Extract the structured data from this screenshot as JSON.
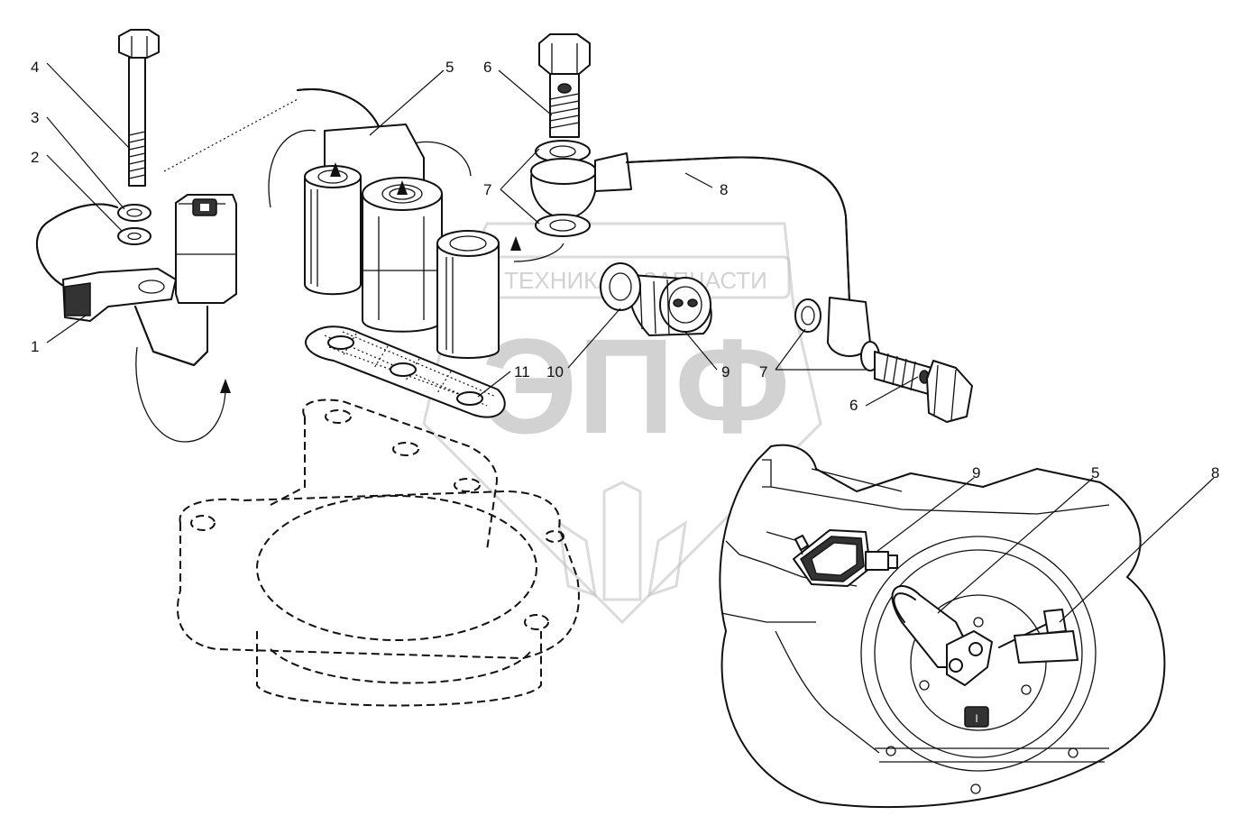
{
  "watermark": {
    "brand_text": "ТЕХНИКА И ЗАПЧАСТИ",
    "logo_letters": "ЭПФ"
  },
  "callouts": [
    {
      "id": "c1",
      "label": "1"
    },
    {
      "id": "c2",
      "label": "2"
    },
    {
      "id": "c3",
      "label": "3"
    },
    {
      "id": "c4",
      "label": "4"
    },
    {
      "id": "c5a",
      "label": "5"
    },
    {
      "id": "c6a",
      "label": "6"
    },
    {
      "id": "c7a",
      "label": "7"
    },
    {
      "id": "c8a",
      "label": "8"
    },
    {
      "id": "c10",
      "label": "10"
    },
    {
      "id": "c9a",
      "label": "9"
    },
    {
      "id": "c7b",
      "label": "7"
    },
    {
      "id": "c11",
      "label": "11"
    },
    {
      "id": "c6b",
      "label": "6"
    },
    {
      "id": "c9b",
      "label": "9"
    },
    {
      "id": "c5b",
      "label": "5"
    },
    {
      "id": "c8b",
      "label": "8"
    }
  ],
  "inset_marker": "I"
}
